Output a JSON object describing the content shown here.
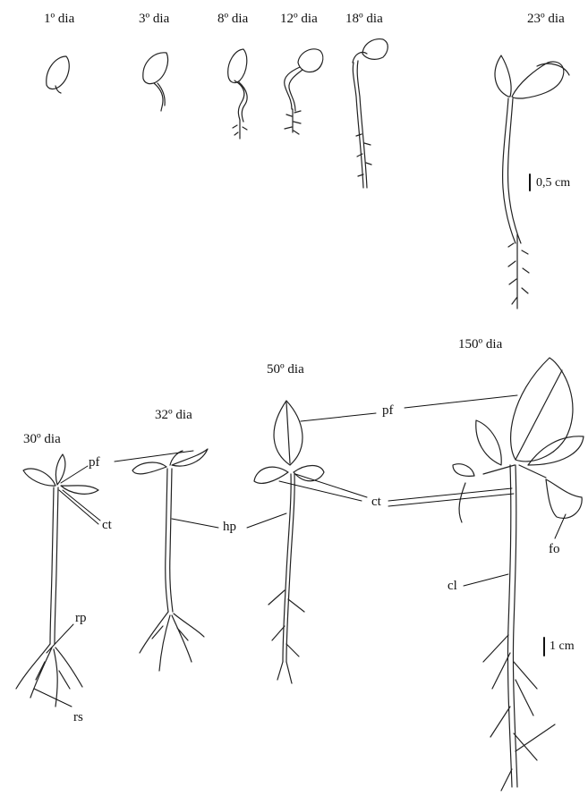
{
  "stages": [
    {
      "id": "d1",
      "label": "1º dia"
    },
    {
      "id": "d3",
      "label": "3º dia"
    },
    {
      "id": "d8",
      "label": "8º dia"
    },
    {
      "id": "d12",
      "label": "12º dia"
    },
    {
      "id": "d18",
      "label": "18º dia"
    },
    {
      "id": "d23",
      "label": "23º dia"
    },
    {
      "id": "d30",
      "label": "30º dia"
    },
    {
      "id": "d32",
      "label": "32º dia"
    },
    {
      "id": "d50",
      "label": "50º dia"
    },
    {
      "id": "d150",
      "label": "150º dia"
    }
  ],
  "parts": {
    "pf": "pf",
    "ct": "ct",
    "hp": "hp",
    "rp": "rp",
    "rs": "rs",
    "fo": "fo",
    "cl": "cl"
  },
  "scale_bars": {
    "top": "0,5 cm",
    "bottom": "1 cm"
  },
  "colors": {
    "ink": "#111111",
    "background": "#ffffff"
  }
}
